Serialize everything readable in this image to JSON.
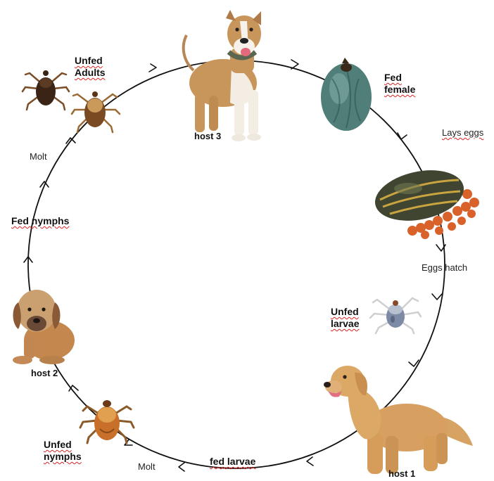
{
  "diagram": {
    "stages": {
      "host3": "host 3",
      "fed_female_1": "Fed",
      "fed_female_2": "female",
      "lays_eggs": "Lays eggs",
      "eggs_hatch": "Eggs hatch",
      "unfed_larvae_1": "Unfed",
      "unfed_larvae_2": "larvae",
      "host1": "host 1",
      "fed_larvae": "fed larvae",
      "molt_bottom": "Molt",
      "unfed_nymphs_1": "Unfed",
      "unfed_nymphs_2": "nymphs",
      "host2": "host 2",
      "fed_nymphs": "Fed nymphs",
      "molt_left": "Molt",
      "unfed_adults_1": "Unfed",
      "unfed_adults_2": "Adults"
    },
    "colors": {
      "cycle_line": "#111111",
      "label_text": "#111111",
      "spellcheck_underline": "#d22222",
      "engorged_tick": "#4f7f78",
      "egg_mass": "#d9622b",
      "dog_tan": "#c8965a",
      "golden_dog": "#d8a060"
    },
    "icons": [
      "pitbull-dog",
      "engorged-tick",
      "egg-laying-tick",
      "larva-tick",
      "golden-retriever",
      "tick-nymph",
      "puppy",
      "adult-ticks"
    ]
  }
}
